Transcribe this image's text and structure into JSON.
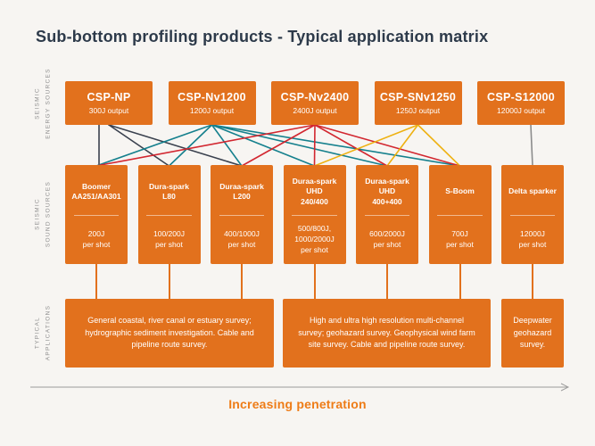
{
  "title": "Sub-bottom profiling products - Typical application matrix",
  "side_labels": [
    {
      "line1": "SEISMIC",
      "line2": "ENERGY SOURCES"
    },
    {
      "line1": "SEISMIC",
      "line2": "SOUND SOURCES"
    },
    {
      "line1": "TYPICAL",
      "line2": "APPLICATIONS"
    }
  ],
  "energy_sources": [
    {
      "name": "CSP-NP",
      "output": "300J output"
    },
    {
      "name": "CSP-Nv1200",
      "output": "1200J output"
    },
    {
      "name": "CSP-Nv2400",
      "output": "2400J output"
    },
    {
      "name": "CSP-SNv1250",
      "output": "1250J output"
    },
    {
      "name": "CSP-S12000",
      "output": "12000J output"
    }
  ],
  "sound_sources": [
    {
      "name": "Boomer\nAA251/AA301",
      "energy": "200J\nper shot"
    },
    {
      "name": "Dura-spark\nL80",
      "energy": "100/200J\nper shot"
    },
    {
      "name": "Duraa-spark\nL200",
      "energy": "400/1000J\nper shot"
    },
    {
      "name": "Duraa-spark\nUHD\n240/400",
      "energy": "500/800J,\n1000/2000J\nper shot"
    },
    {
      "name": "Duraa-spark\nUHD\n400+400",
      "energy": "600/2000J\nper shot"
    },
    {
      "name": "S-Boom",
      "energy": "700J\nper shot"
    },
    {
      "name": "Delta sparker",
      "energy": "12000J\nper shot"
    }
  ],
  "applications": [
    {
      "text": "General coastal, river canal or estuary survey; hydrographic sediment investigation. Cable and pipeline route survey."
    },
    {
      "text": "High and ultra high resolution multi-channel survey; geohazard survey. Geophysical wind farm site survey. Cable and pipeline route survey."
    },
    {
      "text": "Deepwater geohazard survey."
    }
  ],
  "axis_label": "Increasing penetration",
  "colors": {
    "box_orange": "#e2711d",
    "title_navy": "#2d3a4a",
    "axis_orange": "#ee7c17",
    "line_dark": "#3a414e",
    "line_teal": "#15808d",
    "line_red": "#d22730",
    "line_yellow": "#eeb111",
    "line_gray": "#8c8c8c"
  },
  "connections": [
    {
      "from": 0,
      "to": 0,
      "color": "line_dark"
    },
    {
      "from": 0,
      "to": 1,
      "color": "line_dark"
    },
    {
      "from": 0,
      "to": 2,
      "color": "line_dark"
    },
    {
      "from": 1,
      "to": 0,
      "color": "line_teal"
    },
    {
      "from": 1,
      "to": 1,
      "color": "line_teal"
    },
    {
      "from": 1,
      "to": 2,
      "color": "line_teal"
    },
    {
      "from": 1,
      "to": 3,
      "color": "line_teal"
    },
    {
      "from": 1,
      "to": 4,
      "color": "line_teal"
    },
    {
      "from": 1,
      "to": 5,
      "color": "line_teal"
    },
    {
      "from": 2,
      "to": 0,
      "color": "line_red"
    },
    {
      "from": 2,
      "to": 2,
      "color": "line_red"
    },
    {
      "from": 2,
      "to": 3,
      "color": "line_red"
    },
    {
      "from": 2,
      "to": 4,
      "color": "line_red"
    },
    {
      "from": 2,
      "to": 5,
      "color": "line_red"
    },
    {
      "from": 3,
      "to": 3,
      "color": "line_yellow"
    },
    {
      "from": 3,
      "to": 4,
      "color": "line_yellow"
    },
    {
      "from": 3,
      "to": 5,
      "color": "line_yellow"
    },
    {
      "from": 4,
      "to": 6,
      "color": "line_gray"
    }
  ]
}
